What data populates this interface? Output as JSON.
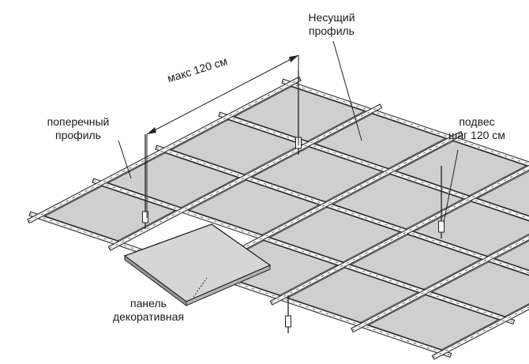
{
  "labels": {
    "main_profile": {
      "line1": "Несущий",
      "line2": "профиль"
    },
    "max_span": "макс 120 см",
    "cross_profile": {
      "line1": "поперечный",
      "line2": "профиль"
    },
    "hanger": {
      "line1": "подвес",
      "line2": "шаг 120 см"
    },
    "panel": {
      "line1": "панель",
      "line2": "декоративная"
    }
  },
  "colors": {
    "panel_fill": "#cfcfcf",
    "profile_fill": "#f2f2f2",
    "outline": "#222222"
  }
}
